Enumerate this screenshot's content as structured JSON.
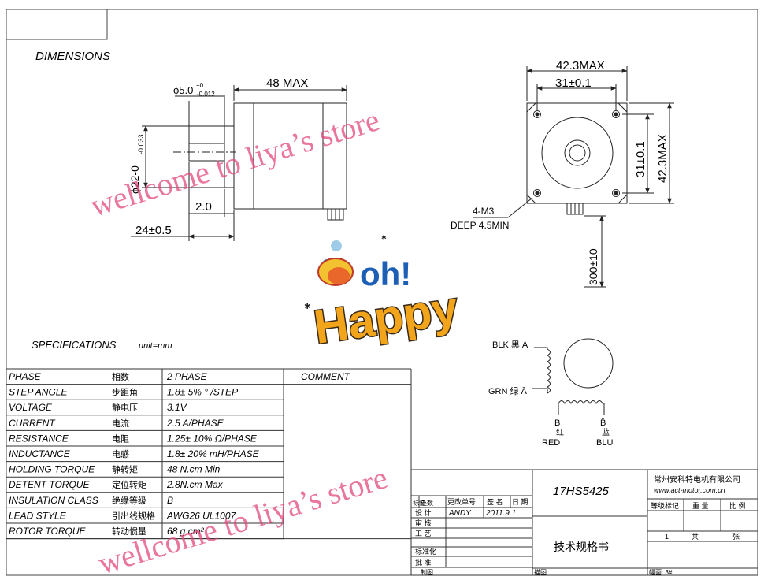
{
  "header": {
    "section": "DIMENSIONS"
  },
  "side_view": {
    "shaft_dia": "ϕ5.0",
    "shaft_tol_upper": "+0",
    "shaft_tol_lower": "-0.012",
    "length_label": "48  MAX",
    "boss_label": "ϕ22-0",
    "boss_tol": "-0.033",
    "boss_len": "2.0",
    "shaft_len": "24±0.5"
  },
  "front_view": {
    "overall_w": "42.3MAX",
    "hole_w": "31±0.1",
    "hole_h": "31±0.1",
    "overall_h": "42.3MAX",
    "holes_label": "4-M3",
    "depth_label": "DEEP 4.5MIN",
    "lead_len": "300±10"
  },
  "watermarks": {
    "top": "wellcome  to  liya’s  store",
    "bottom": "wellcome  to  liya’s  store"
  },
  "sticker": {
    "line1": "oh!",
    "line2": "Happy"
  },
  "specs": {
    "title": "SPECIFICATIONS",
    "unit": "unit=mm",
    "comment_header": "COMMENT",
    "rows": [
      {
        "en": "PHASE",
        "cn": "相数",
        "val": "2  PHASE"
      },
      {
        "en": "STEP ANGLE",
        "cn": "步距角",
        "val": "1.8± 5% ° /STEP"
      },
      {
        "en": "VOLTAGE",
        "cn": "静电压",
        "val": "3.1V"
      },
      {
        "en": "CURRENT",
        "cn": "电流",
        "val": "2.5 A/PHASE"
      },
      {
        "en": "RESISTANCE",
        "cn": "电阻",
        "val": "1.25± 10%  Ω/PHASE"
      },
      {
        "en": "INDUCTANCE",
        "cn": "电感",
        "val": "1.8± 20% mH/PHASE"
      },
      {
        "en": "HOLDING TORQUE",
        "cn": "静转矩",
        "val": "48  N.cm Min"
      },
      {
        "en": "DETENT TORQUE",
        "cn": "定位转矩",
        "val": "2.8N.cm Max"
      },
      {
        "en": "INSULATION CLASS",
        "cn": "绝缘等级",
        "val": "B"
      },
      {
        "en": "LEAD STYLE",
        "cn": "引出线规格",
        "val": "AWG26 UL1007"
      },
      {
        "en": "ROTOR TORQUE",
        "cn": "转动惯量",
        "val": "68 g.cm²"
      }
    ]
  },
  "wiring": {
    "blk": "BLK 黑 A",
    "grn": "GRN 绿 Ā",
    "b_red_letter": "B",
    "b_red_cn": "红",
    "b_red": "RED",
    "b_blu_letter": "B̄",
    "b_blu_cn": "蓝",
    "b_blu": "BLU"
  },
  "title_block": {
    "model": "17HS5425",
    "company": "常州安科特电机有限公司",
    "website": "www.act-motor.com.cn",
    "doc_title": "技术规格书",
    "mark_label": "标记",
    "count_label": "处数",
    "change_no": "更改单号",
    "sign": "签 名",
    "date_label": "日 期",
    "design": "设  计",
    "designer": "ANDY",
    "design_date": "2011.9.1",
    "review": "审  核",
    "process": "工  艺",
    "standard": "标准化",
    "approve": "批  准",
    "grade": "等级标记",
    "weight": "重  量",
    "scale": "比  例",
    "sheet_no": "1",
    "total": "共",
    "sheets": "张",
    "footer1": "制图",
    "footer2": "描图",
    "footer3": "幅面: 3#"
  }
}
